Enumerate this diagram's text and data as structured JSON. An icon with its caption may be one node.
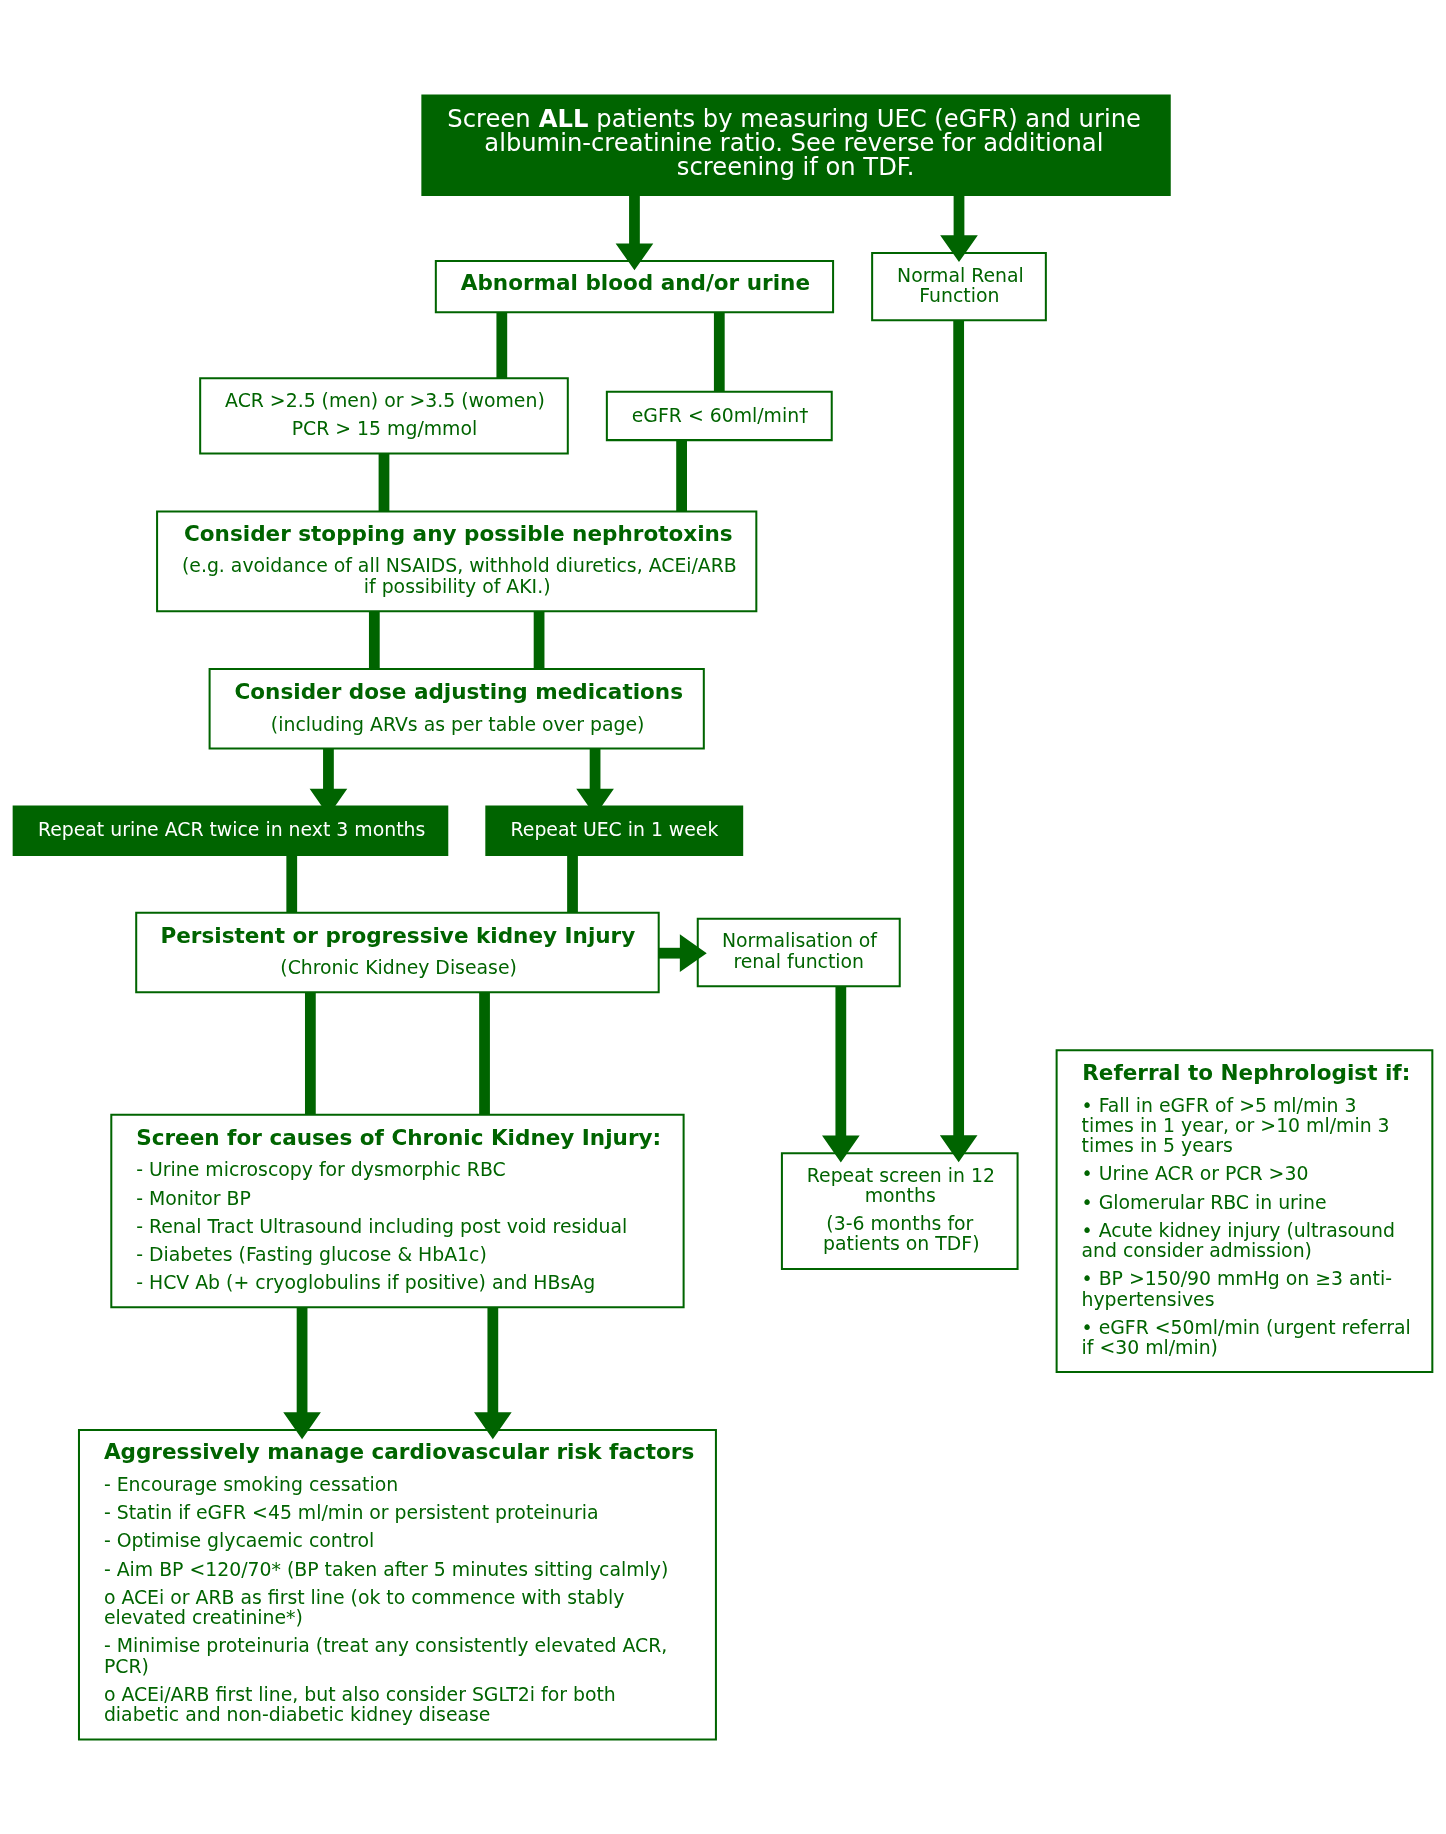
{
  "diagram": {
    "nodes": [
      {
        "text": [
          "Screen **ALL** patients by measuring UEC (eGFR) and urine albumin-creatinine ratio. See reverse for additional screening if on TDF."
        ]
      },
      {
        "text": [
          "Abnormal blood and/or urine"
        ]
      },
      {
        "text": [
          "Normal Renal Function"
        ]
      },
      {
        "text": [
          "ACR >2.5 (men) or >3.5 (women)",
          "PCR > 15 mg/mmol"
        ]
      },
      {
        "text": [
          "eGFR < 60ml/min†"
        ]
      },
      {
        "text": [
          "Repeat screen in 12 months",
          "(3-6 months for patients on TDF)"
        ]
      },
      {
        "text": [
          "Consider stopping any possible nephrotoxins",
          "(e.g. avoidance of all NSAIDS, withhold diuretics, ACEi/ARB if possibility of AKI.)"
        ]
      },
      {
        "text": [
          "Consider dose adjusting medications",
          "(including ARVs as per table over page)"
        ]
      },
      {
        "text": [
          "Repeat urine ACR twice in next 3 months"
        ]
      },
      {
        "text": [
          "Repeat UEC in 1 week"
        ]
      },
      {
        "text": [
          "Persistent or progressive kidney Injury",
          "(Chronic Kidney Disease)"
        ]
      },
      {
        "text": [
          "Normalisation of renal function"
        ]
      },
      {
        "text": [
          "Screen for causes of Chronic Kidney Injury:",
          "- Urine microscopy for dysmorphic RBC",
          "- Monitor BP",
          "- Renal Tract Ultrasound including post void residual",
          "- Diabetes (Fasting glucose & HbA1c)",
          "- HCV Ab (+ cryoglobulins if positive) and HBsAg"
        ]
      },
      {
        "text": [
          "Referral to Nephrologist if:",
          "• Fall in eGFR of >5 ml/min 3 times in 1 year, or >10 ml/min 3 times in 5 years",
          "• Urine ACR or PCR >30",
          "• Glomerular RBC in urine",
          "• Acute kidney injury (ultrasound and consider admission)",
          "• BP >150/90 mmHg on ≥3 anti-hypertensives",
          "• eGFR <50ml/min (urgent referral if <30 ml/min)"
        ]
      },
      {
        "text": [
          "Aggressively manage cardiovascular risk factors",
          "- Encourage smoking cessation",
          "- Statin if eGFR <45 ml/min or persistent proteinuria",
          "- Optimise glycaemic control",
          "- Aim BP <120/70* (BP taken after 5 minutes sitting calmly)",
          "o ACEi or ARB as first line (ok to commence with stably elevated creatinine*)",
          "- Minimise proteinuria (treat any consistently elevated ACR, PCR)",
          "o ACEi/ARB first line, but also consider SGLT2i for both diabetic and non-diabetic kidney disease"
        ]
      }
    ],
    "edges": [
      {
        "from": 0,
        "to": 1,
        "arrow": "to"
      },
      {
        "from": 0,
        "to": 2,
        "arrow": "to"
      },
      {
        "from": 1,
        "to": 3,
        "arrow": "none"
      },
      {
        "from": 1,
        "to": 4,
        "arrow": "none"
      },
      {
        "from": 2,
        "to": 5,
        "arrow": "to"
      },
      {
        "from": 3,
        "to": 6,
        "arrow": "none"
      },
      {
        "from": 4,
        "to": 6,
        "arrow": "none"
      },
      {
        "from": 6,
        "to": 7,
        "arrow": "none"
      },
      {
        "from": 6,
        "to": 7,
        "arrow": "none"
      },
      {
        "from": 7,
        "to": 8,
        "arrow": "to"
      },
      {
        "from": 7,
        "to": 9,
        "arrow": "to"
      },
      {
        "from": 8,
        "to": 10,
        "arrow": "none"
      },
      {
        "from": 9,
        "to": 10,
        "arrow": "none"
      },
      {
        "from": 10,
        "to": 11,
        "arrow": "to"
      },
      {
        "from": 11,
        "to": 5,
        "arrow": "to"
      },
      {
        "from": 10,
        "to": 12,
        "arrow": "none"
      },
      {
        "from": 10,
        "to": 12,
        "arrow": "none"
      },
      {
        "from": 12,
        "to": 14,
        "arrow": "to"
      },
      {
        "from": 12,
        "to": 14,
        "arrow": "to"
      }
    ]
  }
}
